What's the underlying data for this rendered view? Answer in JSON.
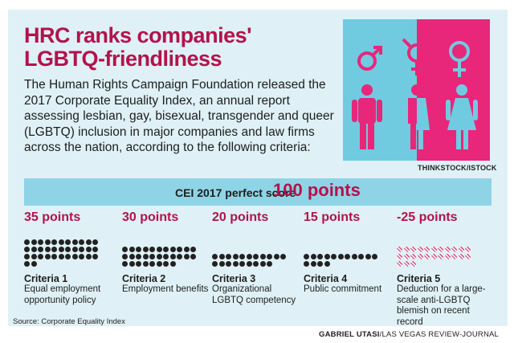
{
  "title": "HRC ranks companies' LGBTQ-friendliness",
  "intro": "The Human Rights Campaign Foundation released the 2017 Corporate Equality Index, an annual report assessing lesbian, gay, bisexual, transgender and queer (LGBTQ) inclusion in major companies and law firms across the nation, according to the following criteria:",
  "photo_credit": "THINKSTOCK/ISTOCK",
  "banner": {
    "lead": "CEI 2017 perfect score",
    "score": "100 points"
  },
  "criteria": [
    {
      "points": "35 points",
      "value": 35,
      "name": "Criteria 1",
      "desc": "Equal employment opportunity policy"
    },
    {
      "points": "30 points",
      "value": 30,
      "name": "Criteria 2",
      "desc": "Employment benefits"
    },
    {
      "points": "20 points",
      "value": 20,
      "name": "Criteria 3",
      "desc": "Organizational LGBTQ competency"
    },
    {
      "points": "15 points",
      "value": 15,
      "name": "Criteria 4",
      "desc": "Public commitment"
    },
    {
      "points": "-25 points",
      "value": -25,
      "name": "Criteria 5",
      "desc": "Deduction for a large-scale anti-LGBTQ blemish on recent record"
    }
  ],
  "source": "Source: Corporate Equality Index",
  "byline_name": "GABRIEL UTASI",
  "byline_org": "/LAS VEGAS REVIEW-JOURNAL",
  "colors": {
    "accent": "#b3124b",
    "photo_blue": "#70cbe1",
    "photo_pink": "#e8267a",
    "banner": "#8fd4e6",
    "panel": "#dff1f6"
  },
  "icons": [
    "male-symbol-icon",
    "transgender-symbol-icon",
    "female-symbol-icon",
    "man-figure-icon",
    "transgender-figure-icon",
    "woman-figure-icon"
  ]
}
